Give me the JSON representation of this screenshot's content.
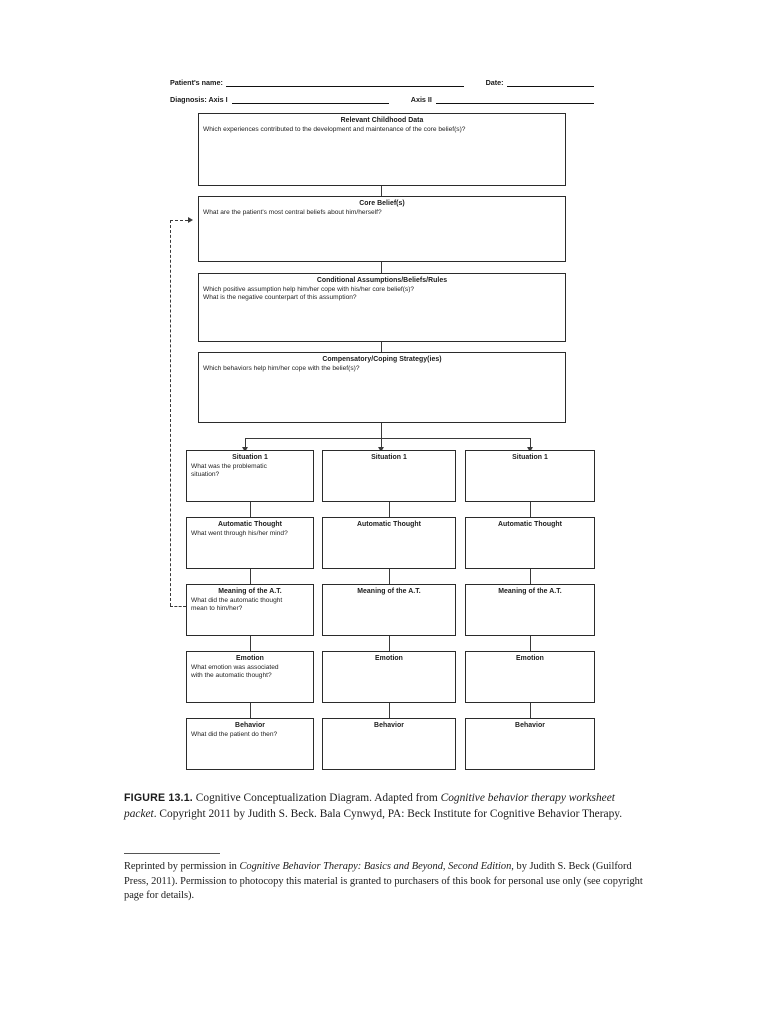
{
  "header": {
    "patient_label": "Patient's name:",
    "date_label": "Date:",
    "diagnosis_label": "Diagnosis:  Axis I",
    "axis2_label": "Axis II"
  },
  "boxes": {
    "childhood": {
      "title": "Relevant Childhood Data",
      "lines": [
        "Which experiences contributed to the development and maintenance of the core belief(s)?"
      ]
    },
    "core_belief": {
      "title": "Core Belief(s)",
      "lines": [
        "What are the patient's most central beliefs about him/herself?"
      ]
    },
    "assumptions": {
      "title": "Conditional Assumptions/Beliefs/Rules",
      "lines": [
        "Which positive assumption help him/her cope with his/her core belief(s)?",
        "What is the negative counterpart of this assumption?"
      ]
    },
    "coping": {
      "title": "Compensatory/Coping Strategy(ies)",
      "lines": [
        "Which behaviors help him/her cope with the belief(s)?"
      ]
    }
  },
  "grid": {
    "rows": [
      {
        "key": "situation",
        "title": "Situation 1",
        "prompt": [
          "What was the problematic",
          "situation?"
        ]
      },
      {
        "key": "automatic-thought",
        "title": "Automatic Thought",
        "prompt": [
          "What went through his/her mind?"
        ]
      },
      {
        "key": "meaning",
        "title": "Meaning of the A.T.",
        "prompt": [
          "What did the automatic thought",
          "mean to him/her?"
        ]
      },
      {
        "key": "emotion",
        "title": "Emotion",
        "prompt": [
          "What emotion was associated",
          "with the automatic thought?"
        ]
      },
      {
        "key": "behavior",
        "title": "Behavior",
        "prompt": [
          "What did the patient do then?"
        ]
      }
    ],
    "columns": 3
  },
  "caption": {
    "figure_label": "FIGURE 13.1.",
    "text_1": "  Cognitive Conceptualization Diagram. Adapted from ",
    "italic_1": "Cognitive behavior therapy worksheet packet",
    "text_2": ". Copyright 2011 by Judith S. Beck. Bala Cynwyd, PA: Beck Institute for Cognitive Behavior Therapy."
  },
  "footnote": {
    "text_1": "Reprinted by permission in ",
    "italic_1": "Cognitive Behavior Therapy: Basics and Beyond, Second Edition",
    "text_2": ", by Judith S. Beck (Guilford Press, 2011). Permission to photocopy this material is granted to purchasers of this book for personal use only (see copyright page for details)."
  }
}
